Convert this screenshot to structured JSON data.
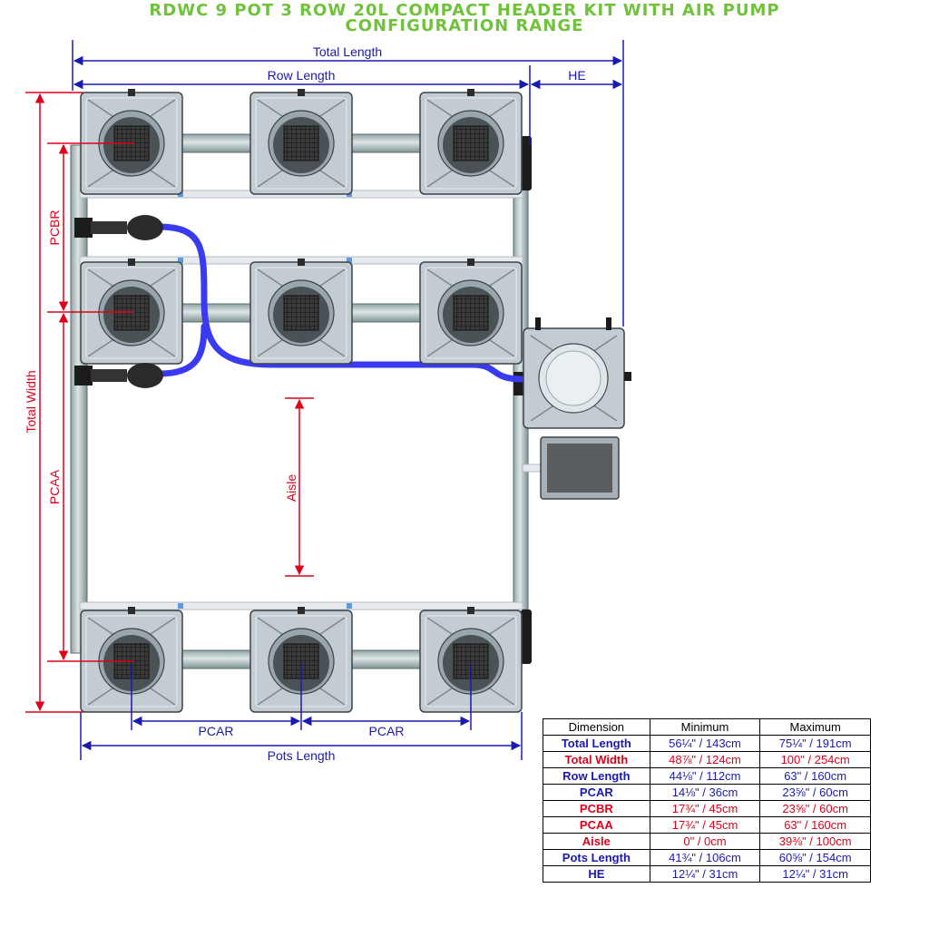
{
  "title": {
    "line1": "RDWC 9 POT 3 ROW 20L COMPACT HEADER KIT WITH AIR PUMP",
    "line2": "CONFIGURATION RANGE"
  },
  "labels": {
    "total_length": "Total Length",
    "row_length": "Row Length",
    "he": "HE",
    "total_width": "Total Width",
    "pcbr": "PCBR",
    "pcaa": "PCAA",
    "aisle": "Aisle",
    "pcar_1": "PCAR",
    "pcar_2": "PCAR",
    "pots_length": "Pots Length"
  },
  "colors": {
    "dim_blue": "#1a1ab0",
    "dim_red": "#e0001a",
    "title_green": "#6fc23a",
    "pot_grey": "#c3ccd2",
    "air_hose": "#3a3af0"
  },
  "table": {
    "headers": [
      "Dimension",
      "Minimum",
      "Maximum"
    ],
    "rows": [
      {
        "dimension": "Total Length",
        "min": "56¼\" / 143cm",
        "max": "75¼\" / 191cm",
        "color": "blue"
      },
      {
        "dimension": "Total Width",
        "min": "48⅞\" / 124cm",
        "max": "100\" / 254cm",
        "color": "red"
      },
      {
        "dimension": "Row Length",
        "min": "44⅛\" / 112cm",
        "max": "63\" / 160cm",
        "color": "blue"
      },
      {
        "dimension": "PCAR",
        "min": "14⅛\" / 36cm",
        "max": "23⅝\" / 60cm",
        "color": "blue"
      },
      {
        "dimension": "PCBR",
        "min": "17¾\" / 45cm",
        "max": "23⅝\" / 60cm",
        "color": "red"
      },
      {
        "dimension": "PCAA",
        "min": "17¾\" / 45cm",
        "max": "63\" / 160cm",
        "color": "red"
      },
      {
        "dimension": "Aisle",
        "min": "0\" / 0cm",
        "max": "39⅜\" / 100cm",
        "color": "red"
      },
      {
        "dimension": "Pots Length",
        "min": "41¾\" / 106cm",
        "max": "60⅝\" / 154cm",
        "color": "blue"
      },
      {
        "dimension": "HE",
        "min": "12¼\" / 31cm",
        "max": "12¼\" / 31cm",
        "color": "blue"
      }
    ]
  }
}
